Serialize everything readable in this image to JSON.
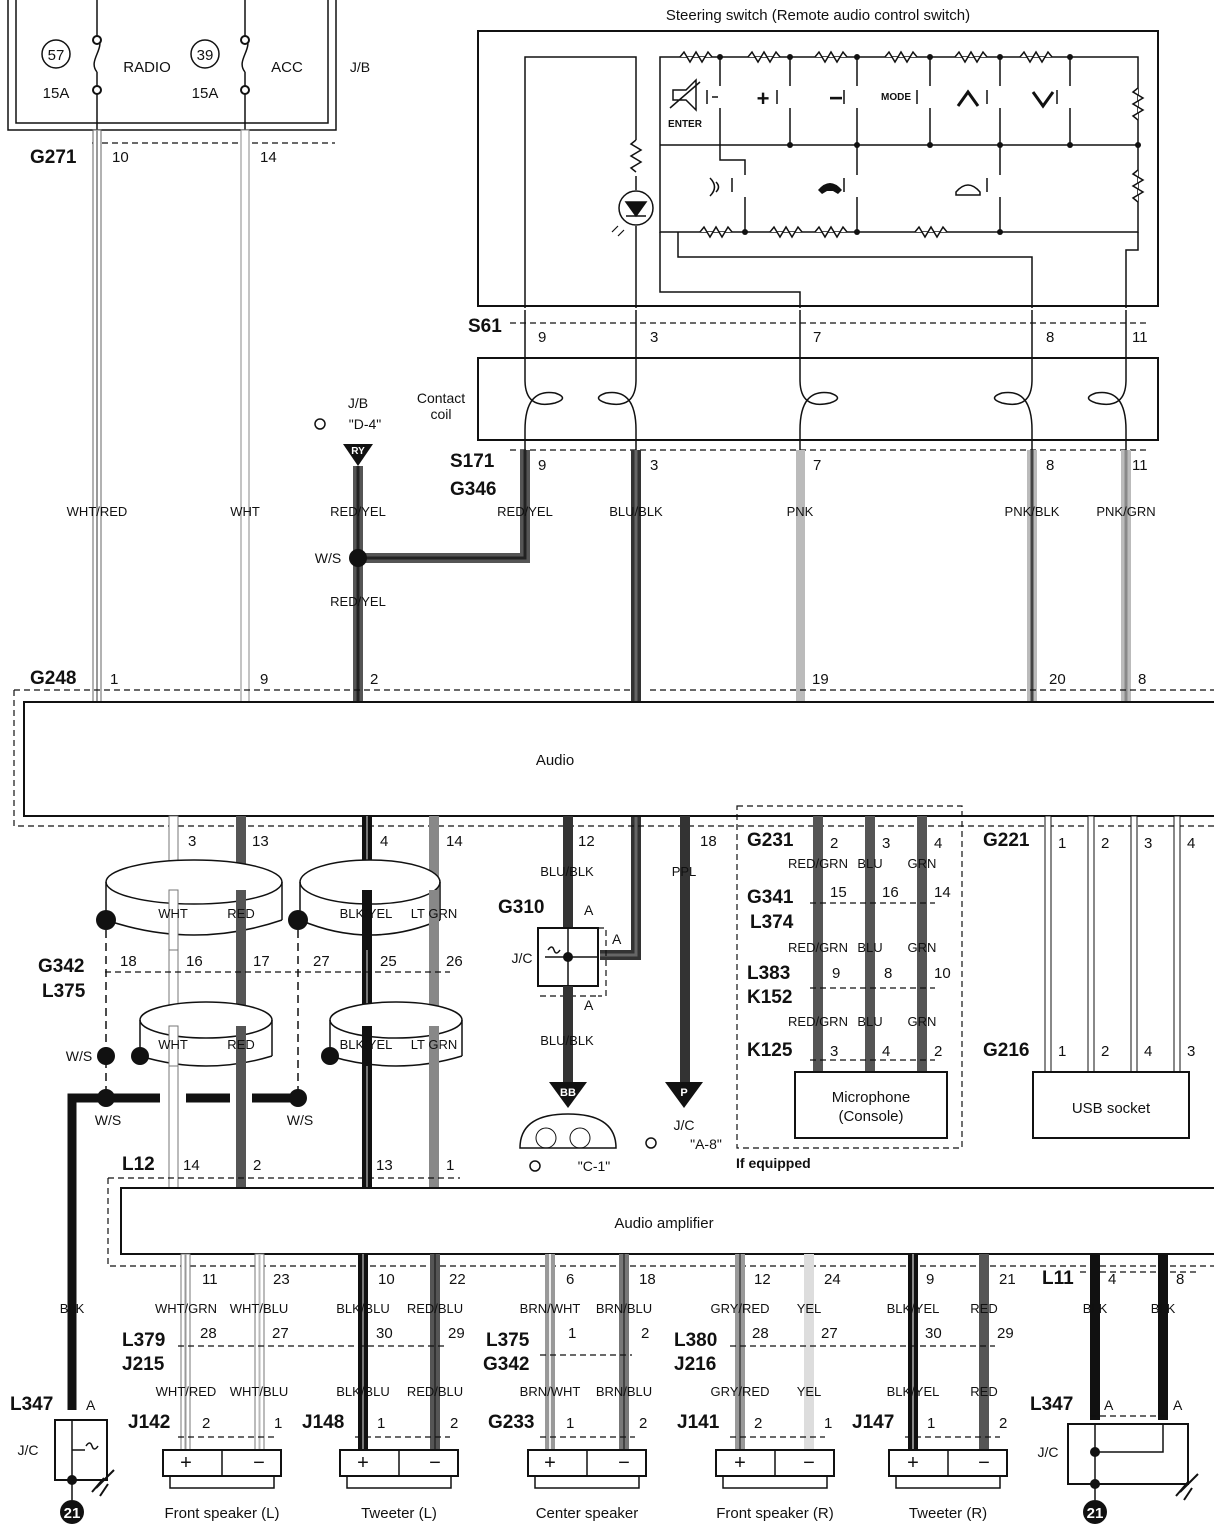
{
  "fuses": [
    {
      "num": "57",
      "label": "RADIO",
      "amp": "15A"
    },
    {
      "num": "39",
      "label": "ACC",
      "amp": "15A"
    }
  ],
  "jb_label": "J/B",
  "steering_switch": {
    "title": "Steering switch (Remote audio control switch)",
    "mode_label": "MODE",
    "enter_label": "ENTER"
  },
  "connectors": {
    "g271": "G271",
    "s61": "S61",
    "s171": "S171",
    "g346": "G346",
    "g248": "G248",
    "g310": "G310",
    "g342": "G342",
    "l375": "L375",
    "g231": "G231",
    "g341": "G341",
    "l374": "L374",
    "l383": "L383",
    "k152": "K152",
    "k125": "K125",
    "g221": "G221",
    "g216": "G216",
    "l12": "L12",
    "l11": "L11",
    "l347": "L347",
    "l379": "L379",
    "j215": "J215",
    "l380": "L380",
    "j216": "J216",
    "j142": "J142",
    "j148": "J148",
    "g233": "G233",
    "j141": "J141",
    "j147": "J147"
  },
  "contact_coil": {
    "line1": "Contact",
    "line2": "coil"
  },
  "jb_ref": {
    "title": "J/B",
    "ref": "\"D-4\"",
    "badge": "RY"
  },
  "ws": "W/S",
  "jc": "J/C",
  "components": {
    "audio": "Audio",
    "amplifier": "Audio amplifier",
    "microphone_line1": "Microphone",
    "microphone_line2": "(Console)",
    "usb": "USB socket",
    "if_equipped": "If equipped"
  },
  "wires": {
    "wht_red": "WHT/RED",
    "wht": "WHT",
    "red_yel": "RED/YEL",
    "blu_blk": "BLU/BLK",
    "pnk": "PNK",
    "pnk_blk": "PNK/BLK",
    "pnk_grn": "PNK/GRN",
    "red": "RED",
    "blk_yel": "BLK/YEL",
    "lt_grn": "LT GRN",
    "ppl": "PPL",
    "red_grn": "RED/GRN",
    "blu": "BLU",
    "grn": "GRN",
    "blk": "BLK",
    "wht_grn": "WHT/GRN",
    "wht_blu": "WHT/BLU",
    "blk_blu": "BLK/BLU",
    "red_blu": "RED/BLU",
    "brn_wht": "BRN/WHT",
    "brn_blu": "BRN/BLU",
    "gry_red": "GRY/RED",
    "yel": "YEL"
  },
  "refs": {
    "bb": "BB",
    "p": "P",
    "c1": "\"C-1\"",
    "a8": "\"A-8\"",
    "jc": "J/C",
    "a": "A"
  },
  "ground_num": "21",
  "speakers": [
    "Front speaker (L)",
    "Tweeter (L)",
    "Center speaker",
    "Front speaker (R)",
    "Tweeter (R)"
  ],
  "polarity": {
    "plus": "+",
    "minus": "−"
  }
}
